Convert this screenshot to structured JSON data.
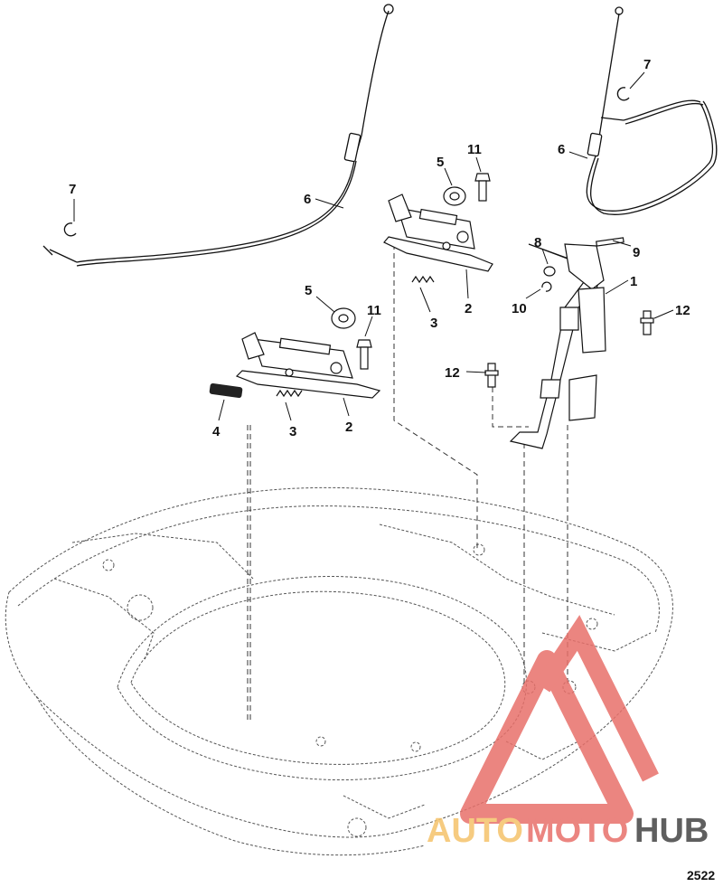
{
  "figure_number": "2522",
  "callouts": [
    {
      "key": "c1",
      "text": "1"
    },
    {
      "key": "c2a",
      "text": "2"
    },
    {
      "key": "c2b",
      "text": "2"
    },
    {
      "key": "c3a",
      "text": "3"
    },
    {
      "key": "c3b",
      "text": "3"
    },
    {
      "key": "c4",
      "text": "4"
    },
    {
      "key": "c5a",
      "text": "5"
    },
    {
      "key": "c5b",
      "text": "5"
    },
    {
      "key": "c6a",
      "text": "6"
    },
    {
      "key": "c6b",
      "text": "6"
    },
    {
      "key": "c7a",
      "text": "7"
    },
    {
      "key": "c7b",
      "text": "7"
    },
    {
      "key": "c8",
      "text": "8"
    },
    {
      "key": "c9",
      "text": "9"
    },
    {
      "key": "c10",
      "text": "10"
    },
    {
      "key": "c11a",
      "text": "11"
    },
    {
      "key": "c11b",
      "text": "11"
    },
    {
      "key": "c12a",
      "text": "12"
    },
    {
      "key": "c12b",
      "text": "12"
    }
  ],
  "watermark": {
    "part1": "AUTO",
    "part2": "MOTO",
    "part3": "HUB",
    "color_primary": "#e8706a",
    "color_secondary": "#f5c36a",
    "color_dark": "#444444"
  },
  "line_color": "#111111"
}
